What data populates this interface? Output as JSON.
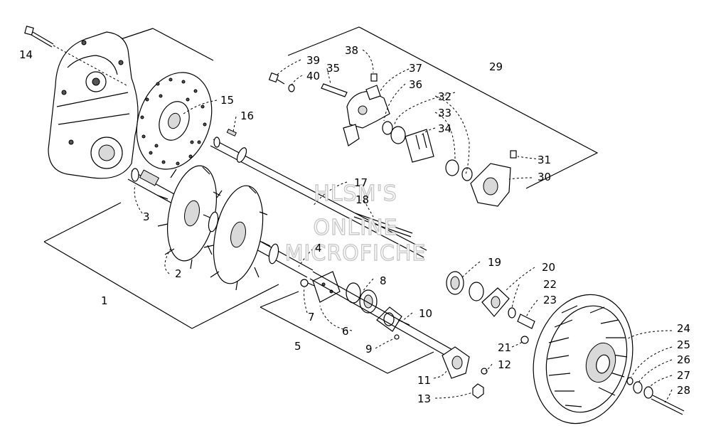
{
  "watermark": {
    "line1": "HLSM'S",
    "line2": "ONLINE",
    "line3": "MICROFICHE"
  },
  "callouts": {
    "c1": "1",
    "c2": "2",
    "c3": "3",
    "c4": "4",
    "c5": "5",
    "c6": "6",
    "c7": "7",
    "c8": "8",
    "c9": "9",
    "c10": "10",
    "c11": "11",
    "c12": "12",
    "c13": "13",
    "c14": "14",
    "c15": "15",
    "c16": "16",
    "c17": "17",
    "c18": "18",
    "c19": "19",
    "c20": "20",
    "c21": "21",
    "c22": "22",
    "c23": "23",
    "c24": "24",
    "c25": "25",
    "c26": "26",
    "c27": "27",
    "c28": "28",
    "c29": "29",
    "c30": "30",
    "c31": "31",
    "c32": "32",
    "c33": "33",
    "c34": "34",
    "c35": "35",
    "c36": "36",
    "c37": "37",
    "c38": "38",
    "c39": "39",
    "c40": "40"
  },
  "colors": {
    "line": "#000000",
    "background": "#ffffff",
    "watermark_outline": "#c9c9c9"
  }
}
